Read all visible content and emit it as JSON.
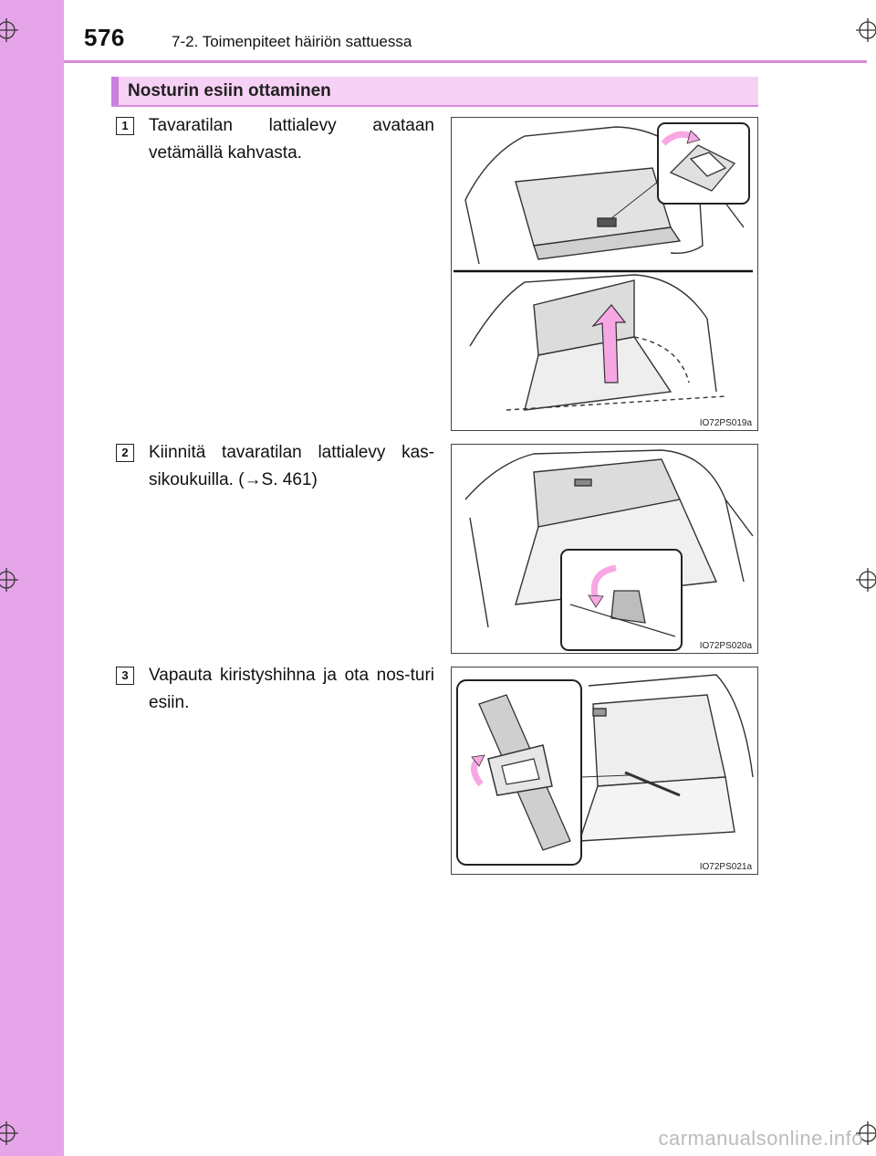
{
  "header": {
    "page_number": "576",
    "chapter": "7-2. Toimenpiteet häiriön sattuessa"
  },
  "section": {
    "title": "Nosturin esiin ottaminen"
  },
  "steps": [
    {
      "number": "1",
      "text": "Tavaratilan lattialevy avataan vetämällä kahvasta.",
      "figure_code": "IO72PS019a"
    },
    {
      "number": "2",
      "text": "Kiinnitä tavaratilan lattialevy kas-sikoukuilla. (→S. 461)",
      "figure_code": "IO72PS020a"
    },
    {
      "number": "3",
      "text": "Vapauta kiristyshihna ja ota nos-turi esiin.",
      "figure_code": "IO72PS021a"
    }
  ],
  "colors": {
    "side_band": "#e6a5e8",
    "section_bar": "#f7d0f6",
    "accent": "#c97fdc",
    "arrow_pink": "#f7a8e4"
  },
  "watermark": "carmanualsonline.info"
}
